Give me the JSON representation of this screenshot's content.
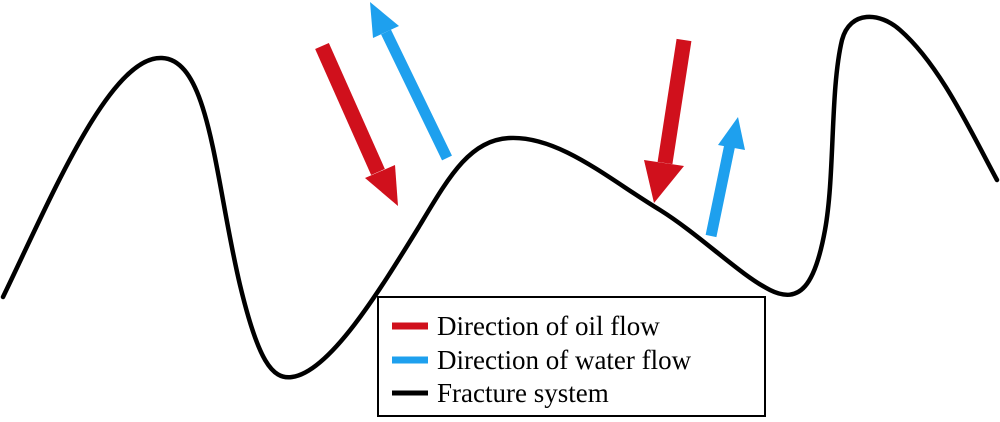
{
  "legend": {
    "items": [
      {
        "label": "Direction of oil flow",
        "color": "#d0101c",
        "marker": "red-bar"
      },
      {
        "label": "Direction of water flow",
        "color": "#1ea0ee",
        "marker": "blue-bar"
      },
      {
        "label": "Fracture system",
        "color": "#000000",
        "marker": "black-bar"
      }
    ]
  },
  "colors": {
    "oil": "#d0101c",
    "water": "#1ea0ee",
    "fracture": "#000000"
  }
}
